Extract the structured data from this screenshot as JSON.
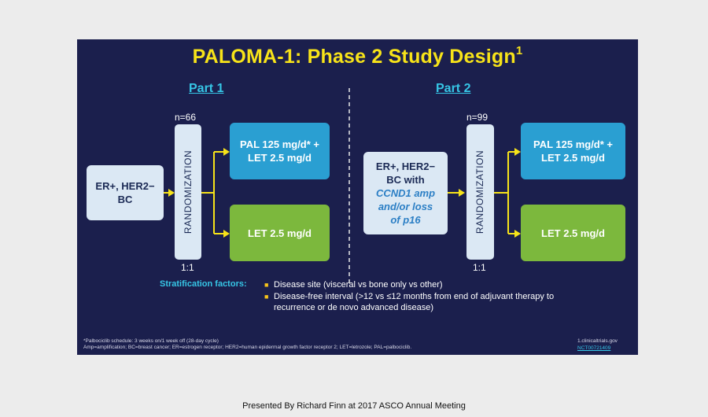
{
  "slide": {
    "title": "PALOMA-1: Phase 2 Study Design",
    "title_superscript": "1",
    "part1": {
      "heading": "Part 1",
      "n_label": "n=66",
      "population_lines": [
        "ER+, HER2−",
        "BC"
      ],
      "randomization": "RANDOMIZATION",
      "ratio": "1:1",
      "arm_pal_lines": [
        "PAL 125 mg/d* +",
        "LET 2.5 mg/d"
      ],
      "arm_let": "LET 2.5 mg/d"
    },
    "part2": {
      "heading": "Part 2",
      "n_label": "n=99",
      "population_lines": [
        "ER+, HER2−",
        "BC with"
      ],
      "population_italic_lines": [
        "CCND1 amp",
        "and/or loss",
        "of p16"
      ],
      "randomization": "RANDOMIZATION",
      "ratio": "1:1",
      "arm_pal_lines": [
        "PAL 125 mg/d* +",
        "LET 2.5 mg/d"
      ],
      "arm_let": "LET 2.5 mg/d"
    },
    "stratification": {
      "label": "Stratification factors:",
      "items": [
        "Disease site (visceral vs bone only vs other)",
        "Disease-free interval (>12 vs ≤12 months from end of adjuvant therapy to recurrence or de novo advanced disease)"
      ]
    },
    "footnotes": [
      "*Palbociclib schedule: 3 weeks on/1 week off (28-day cycle)",
      "Amp=amplification; BC=breast cancer; ER=estrogen receptor; HER2=human epidermal growth factor receptor 2; LET=letrozole; PAL=palbociclib."
    ],
    "reference": "1.clinicaltrials.gov",
    "reference_link": "NCT00721409"
  },
  "presenter_caption": "Presented By Richard Finn at 2017 ASCO Annual Meeting",
  "colors": {
    "background": "#1b1f4d",
    "title": "#f7e319",
    "heading": "#36c6e6",
    "pal_arm": "#2a9fd2",
    "let_arm": "#7cb83d",
    "arrow": "#f7e319"
  }
}
